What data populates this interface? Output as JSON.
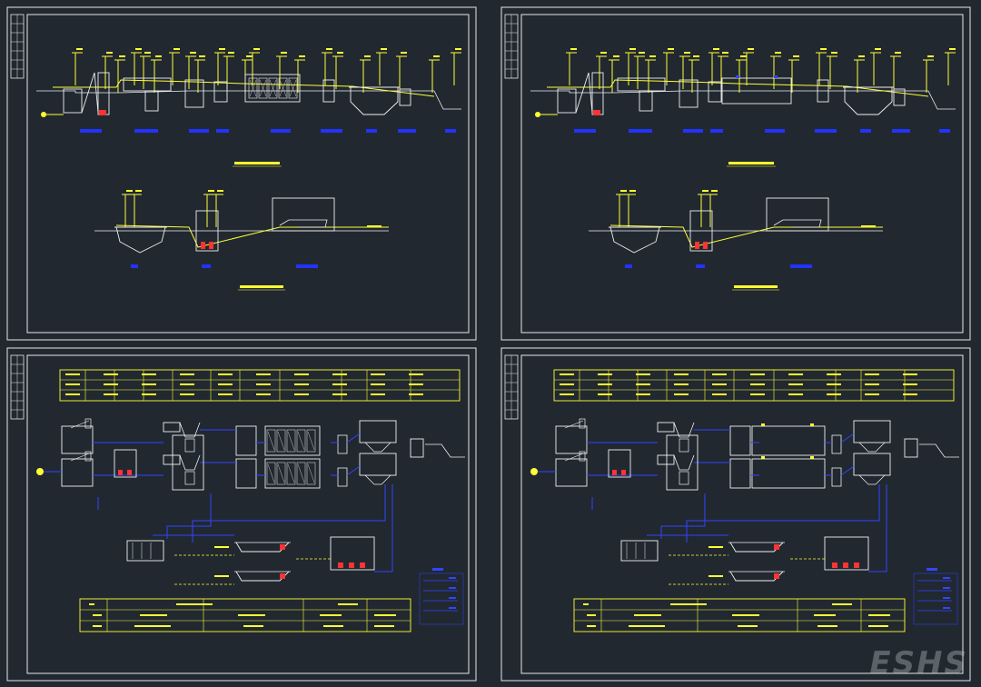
{
  "colors": {
    "background": "#212830",
    "frame": "#e8e8e8",
    "structure": "#f0f0f0",
    "level": "#ffff33",
    "pipe": "#3344ff",
    "label_bg": "#2233ff",
    "equipment": "#ff3333"
  },
  "watermark": "ESHS",
  "sheets": [
    {
      "name": "sheet-top-left",
      "kind": "profile",
      "variant": "a"
    },
    {
      "name": "sheet-top-right",
      "kind": "profile",
      "variant": "b"
    },
    {
      "name": "sheet-bottom-left",
      "kind": "plan",
      "variant": "a"
    },
    {
      "name": "sheet-bottom-right",
      "kind": "plan",
      "variant": "b"
    }
  ],
  "icons": {
    "title_block": "title-block-strip",
    "inlet": "inlet-symbol",
    "legend": "legend-box"
  }
}
